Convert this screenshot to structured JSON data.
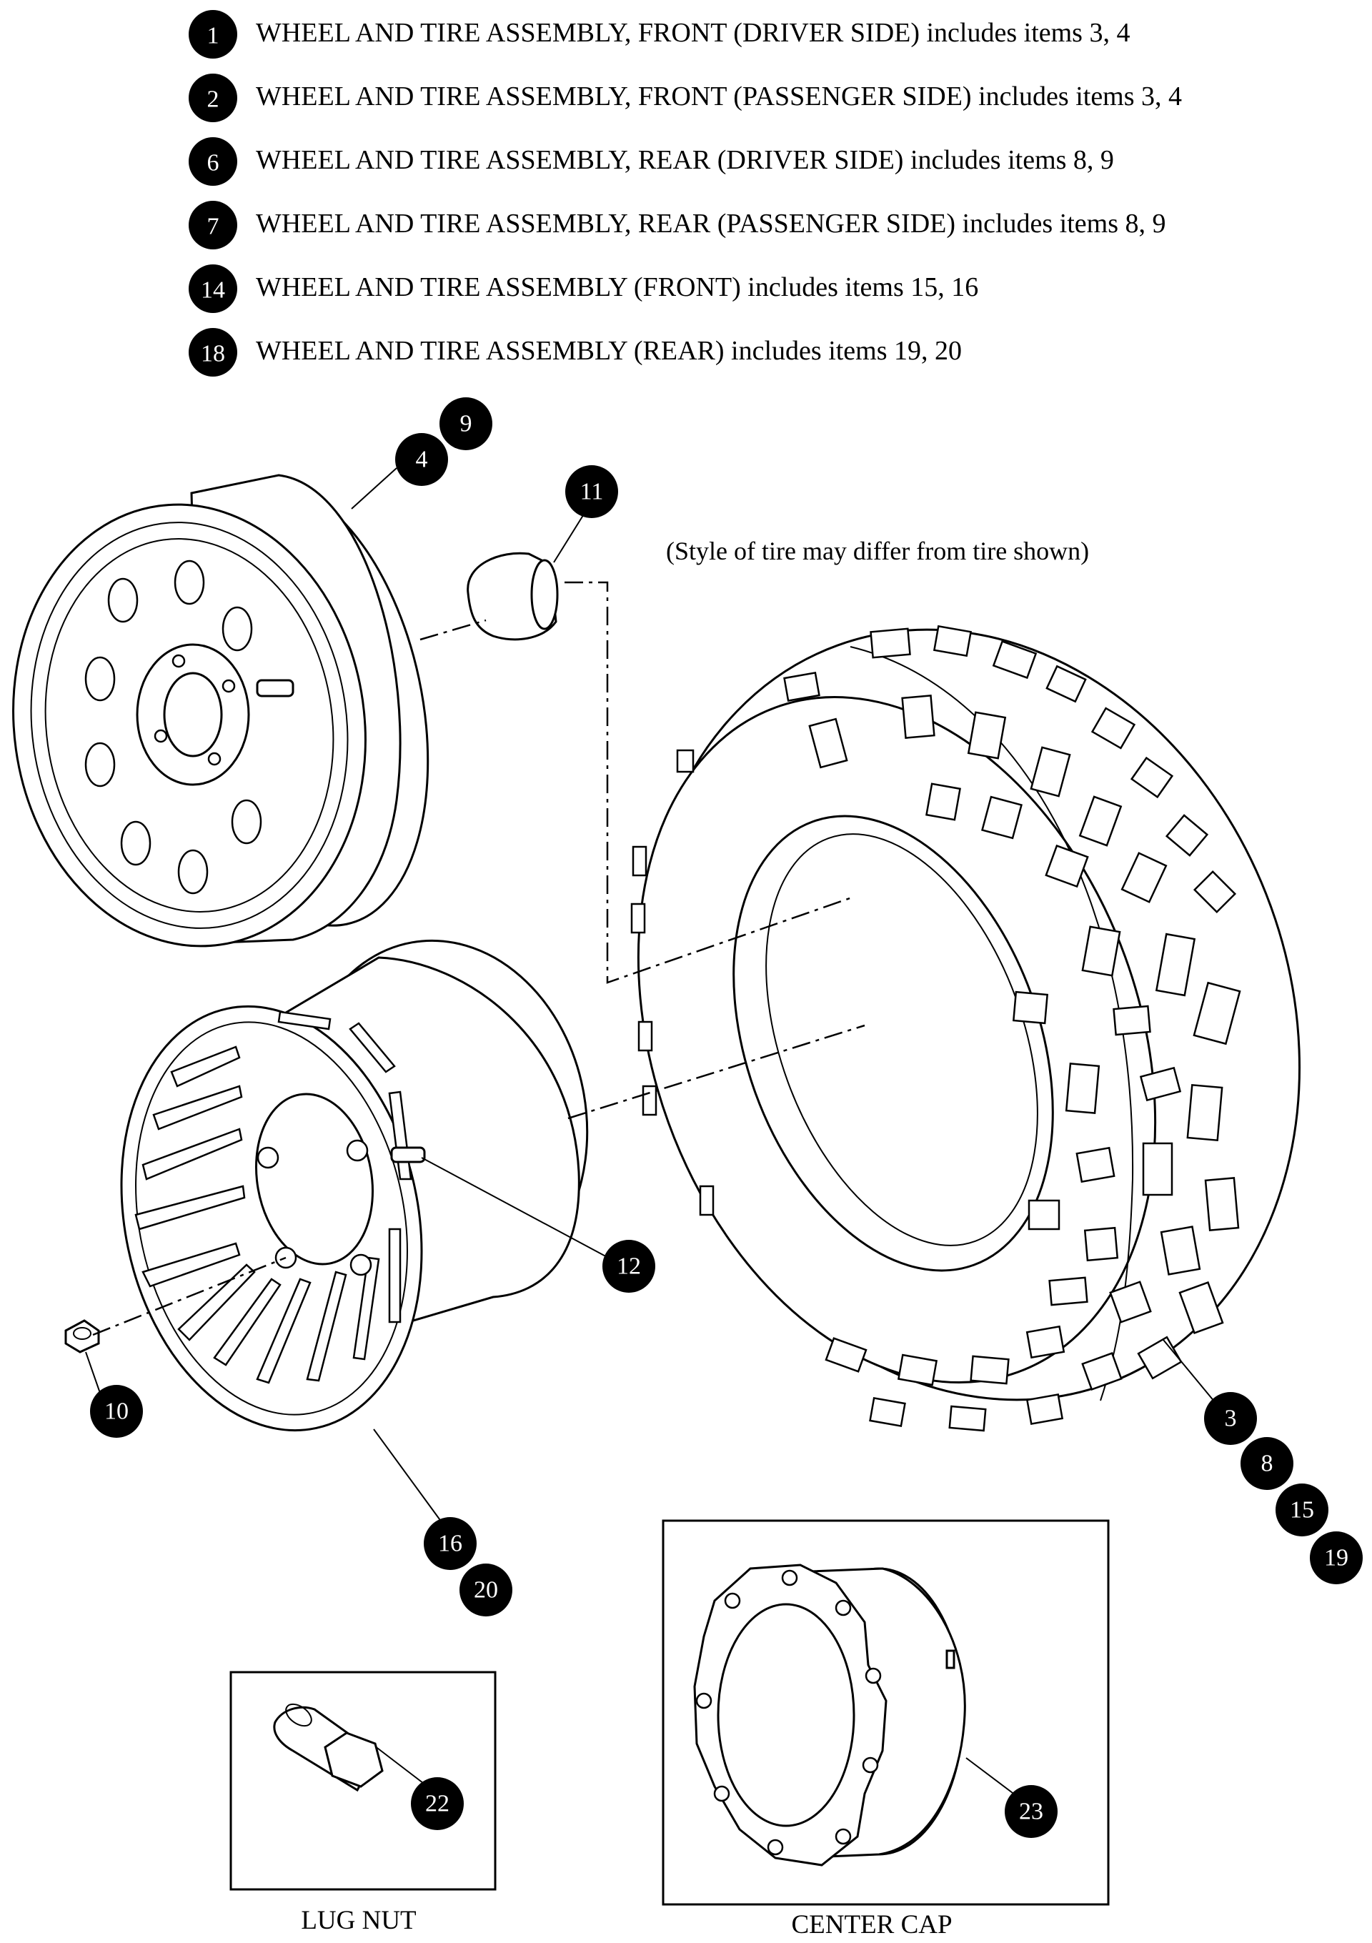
{
  "legend": [
    {
      "num": "1",
      "text": "WHEEL AND TIRE ASSEMBLY, FRONT (DRIVER SIDE) includes items 3, 4"
    },
    {
      "num": "2",
      "text": "WHEEL AND TIRE ASSEMBLY, FRONT (PASSENGER SIDE) includes items 3, 4"
    },
    {
      "num": "6",
      "text": "WHEEL AND TIRE ASSEMBLY, REAR (DRIVER SIDE) includes items 8, 9"
    },
    {
      "num": "7",
      "text": "WHEEL AND TIRE ASSEMBLY, REAR (PASSENGER SIDE) includes items 8, 9"
    },
    {
      "num": "14",
      "text": "WHEEL AND TIRE ASSEMBLY (FRONT) includes items 15, 16"
    },
    {
      "num": "18",
      "text": "WHEEL AND TIRE ASSEMBLY (REAR) includes items 19, 20"
    }
  ],
  "note": "(Style of tire may differ from tire shown)",
  "callouts": {
    "c4": "4",
    "c9": "9",
    "c11": "11",
    "c12": "12",
    "c10": "10",
    "c16": "16",
    "c20": "20",
    "c3": "3",
    "c8": "8",
    "c15": "15",
    "c19": "19",
    "c22": "22",
    "c23": "23"
  },
  "insets": {
    "lug_nut_caption": "LUG NUT",
    "center_cap_caption": "CENTER CAP"
  }
}
